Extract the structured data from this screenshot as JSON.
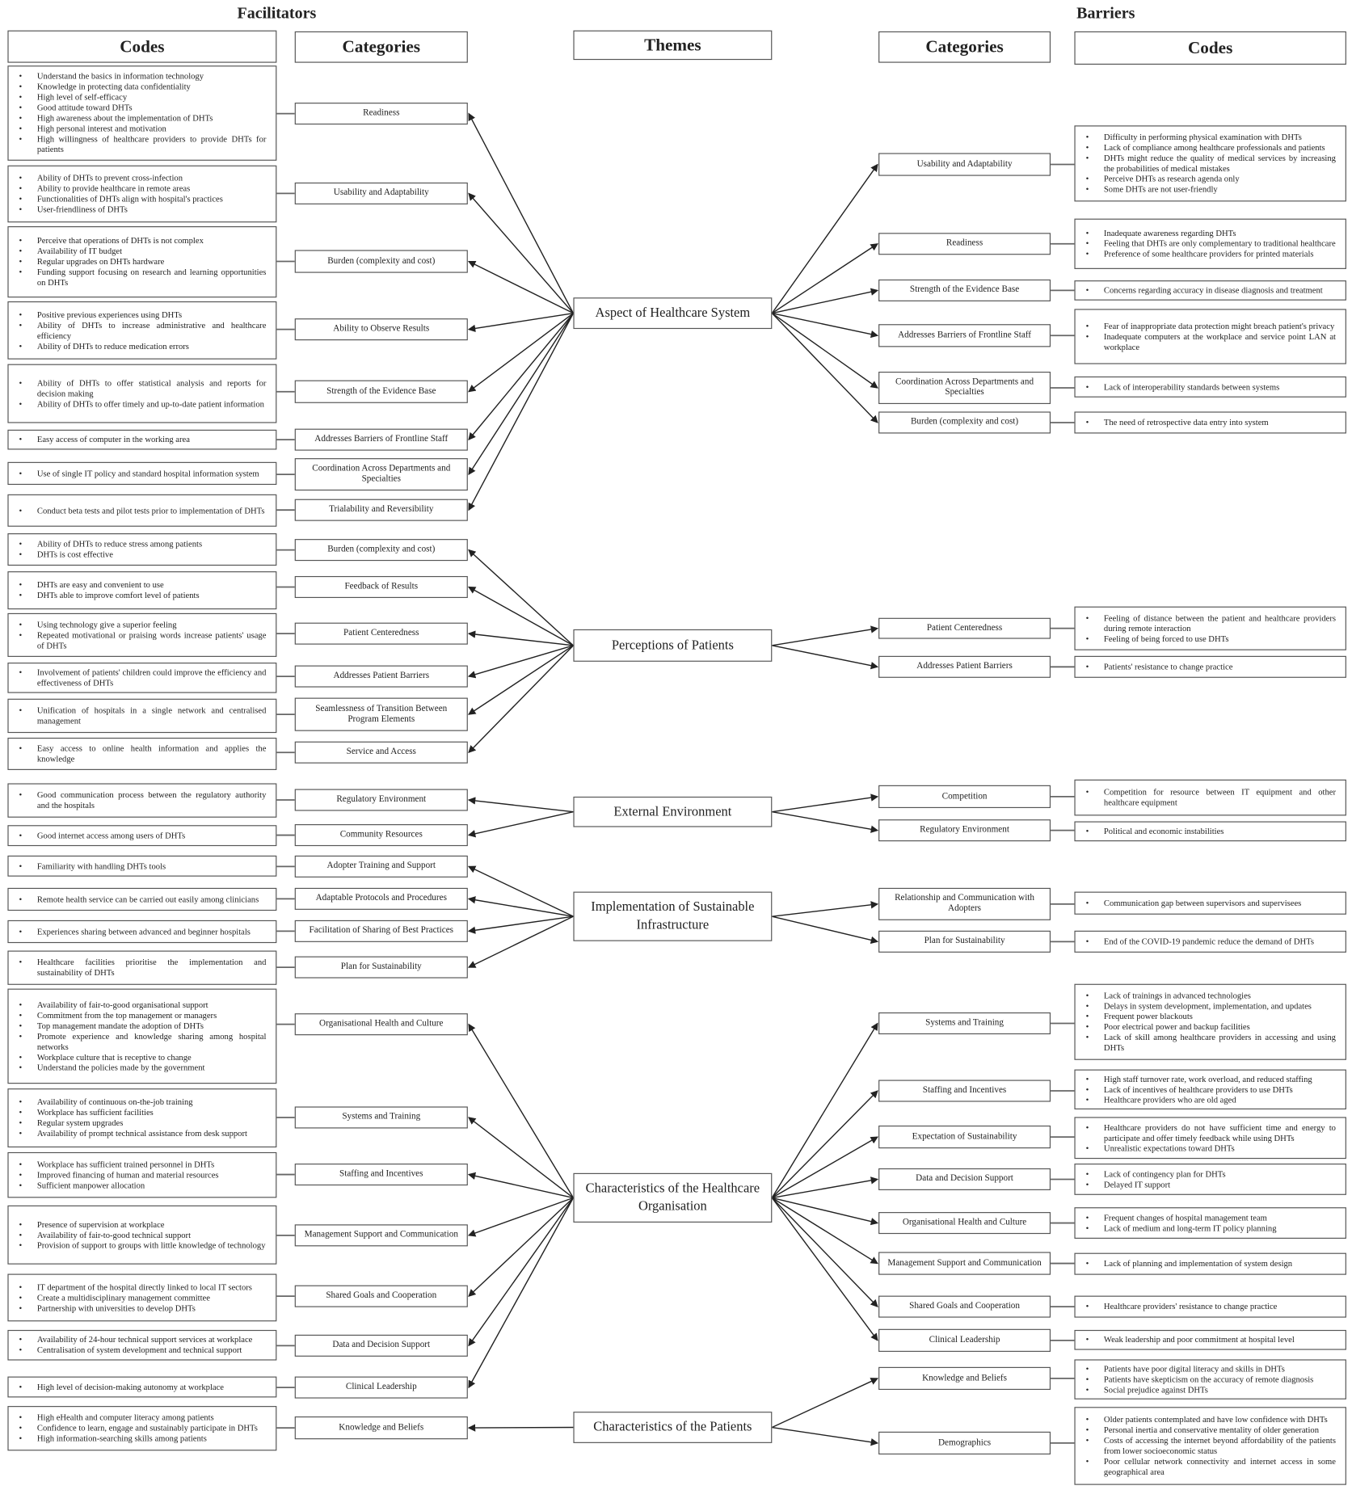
{
  "headers": {
    "facilitators": "Facilitators",
    "barriers": "Barriers",
    "codes": "Codes",
    "categories": "Categories",
    "themes": "Themes"
  },
  "themes": [
    {
      "name": "Aspect of Healthcare System",
      "facilitators": [
        {
          "category": "Readiness",
          "codes": [
            "Understand the basics in information technology",
            "Knowledge in protecting data confidentiality",
            "High level of self-efficacy",
            "Good attitude toward DHTs",
            "High awareness about the implementation of DHTs",
            "High personal interest and motivation",
            "High willingness of healthcare providers to provide DHTs for patients"
          ]
        },
        {
          "category": "Usability and Adaptability",
          "codes": [
            "Ability of DHTs to prevent cross-infection",
            "Ability to provide healthcare in remote areas",
            "Functionalities of DHTs align with hospital's practices",
            "User-friendliness of DHTs"
          ]
        },
        {
          "category": "Burden (complexity and cost)",
          "codes": [
            "Perceive that operations of DHTs is not complex",
            "Availability of IT budget",
            "Regular upgrades on DHTs hardware",
            "Funding support focusing on research and learning opportunities on DHTs"
          ]
        },
        {
          "category": "Ability to Observe Results",
          "codes": [
            "Positive previous experiences using DHTs",
            "Ability of DHTs to increase administrative and healthcare efficiency",
            "Ability of DHTs to reduce medication errors"
          ]
        },
        {
          "category": "Strength of the Evidence Base",
          "codes": [
            "Ability of DHTs to offer statistical analysis and reports for decision making",
            "Ability of DHTs to offer timely and up-to-date patient information"
          ]
        },
        {
          "category": "Addresses Barriers of Frontline Staff",
          "codes": [
            "Easy access of computer in the working area"
          ]
        },
        {
          "category": "Coordination Across Departments and Specialties",
          "codes": [
            "Use of single IT policy and standard hospital information system"
          ]
        },
        {
          "category": "Trialability and Reversibility",
          "codes": [
            "Conduct beta tests and pilot tests prior to implementation of DHTs"
          ]
        }
      ],
      "barriers": [
        {
          "category": "Usability and Adaptability",
          "codes": [
            "Difficulty in performing physical examination with DHTs",
            "Lack of compliance among healthcare professionals and patients",
            "DHTs might reduce the quality of medical services by increasing the probabilities of medical mistakes",
            "Perceive DHTs as research agenda only",
            "Some DHTs are not user-friendly"
          ]
        },
        {
          "category": "Readiness",
          "codes": [
            "Inadequate awareness regarding DHTs",
            "Feeling that DHTs are only complementary to traditional healthcare",
            "Preference of some healthcare providers for printed materials"
          ]
        },
        {
          "category": "Strength of the Evidence Base",
          "codes": [
            "Concerns regarding accuracy in disease diagnosis and treatment"
          ]
        },
        {
          "category": "Addresses Barriers of Frontline Staff",
          "codes": [
            "Fear of inappropriate data protection might breach patient's privacy",
            "Inadequate computers at the workplace and service point LAN at workplace"
          ]
        },
        {
          "category": "Coordination Across Departments and Specialties",
          "codes": [
            "Lack of interoperability standards between systems"
          ]
        },
        {
          "category": "Burden (complexity and cost)",
          "codes": [
            "The need of retrospective data entry into system"
          ]
        }
      ]
    },
    {
      "name": "Perceptions of Patients",
      "facilitators": [
        {
          "category": "Burden (complexity and cost)",
          "codes": [
            "Ability of DHTs to reduce stress among patients",
            "DHTs is cost effective"
          ]
        },
        {
          "category": "Feedback of Results",
          "codes": [
            "DHTs are easy and convenient to use",
            "DHTs able to improve comfort level of patients"
          ]
        },
        {
          "category": "Patient Centeredness",
          "codes": [
            "Using technology give a superior feeling",
            "Repeated motivational or praising words increase patients' usage of DHTs"
          ]
        },
        {
          "category": "Addresses Patient Barriers",
          "codes": [
            "Involvement of patients' children could improve the efficiency and effectiveness of DHTs"
          ]
        },
        {
          "category": "Seamlessness of Transition Between Program Elements",
          "codes": [
            "Unification of hospitals in a single network and centralised management"
          ]
        },
        {
          "category": "Service and Access",
          "codes": [
            "Easy access to online health information and applies the knowledge"
          ]
        }
      ],
      "barriers": [
        {
          "category": "Patient Centeredness",
          "codes": [
            "Feeling of distance between the patient and healthcare providers during remote interaction",
            "Feeling of being forced to use DHTs"
          ]
        },
        {
          "category": "Addresses Patient Barriers",
          "codes": [
            "Patients' resistance to change practice"
          ]
        }
      ]
    },
    {
      "name": "External Environment",
      "facilitators": [
        {
          "category": "Regulatory Environment",
          "codes": [
            "Good communication process between the regulatory authority and the hospitals"
          ]
        },
        {
          "category": "Community Resources",
          "codes": [
            "Good internet access among users of DHTs"
          ]
        }
      ],
      "barriers": [
        {
          "category": "Competition",
          "codes": [
            "Competition for resource between IT equipment and other healthcare equipment"
          ]
        },
        {
          "category": "Regulatory Environment",
          "codes": [
            "Political and economic instabilities"
          ]
        }
      ]
    },
    {
      "name": "Implementation of Sustainable Infrastructure",
      "facilitators": [
        {
          "category": "Adopter Training and Support",
          "codes": [
            "Familiarity with handling DHTs tools"
          ]
        },
        {
          "category": "Adaptable Protocols and Procedures",
          "codes": [
            "Remote health service can be carried out easily among clinicians"
          ]
        },
        {
          "category": "Facilitation of Sharing of Best Practices",
          "codes": [
            "Experiences sharing between advanced and beginner hospitals"
          ]
        },
        {
          "category": "Plan for Sustainability",
          "codes": [
            "Healthcare facilities prioritise the implementation and sustainability of DHTs"
          ]
        }
      ],
      "barriers": [
        {
          "category": "Relationship and Communication with Adopters",
          "codes": [
            "Communication gap between supervisors and supervisees"
          ]
        },
        {
          "category": "Plan for Sustainability",
          "codes": [
            "End of the COVID-19 pandemic reduce the demand of DHTs"
          ]
        }
      ]
    },
    {
      "name": "Characteristics of the Healthcare Organisation",
      "facilitators": [
        {
          "category": "Organisational Health and Culture",
          "codes": [
            "Availability of fair-to-good organisational support",
            "Commitment from the top management or managers",
            "Top management mandate the adoption of DHTs",
            "Promote experience and knowledge sharing among hospital networks",
            "Workplace culture that is receptive to change",
            "Understand the policies made by the government"
          ]
        },
        {
          "category": "Systems and Training",
          "codes": [
            "Availability of continuous on-the-job training",
            "Workplace has sufficient facilities",
            "Regular system upgrades",
            "Availability of prompt technical assistance from desk support"
          ]
        },
        {
          "category": "Staffing and Incentives",
          "codes": [
            "Workplace has sufficient trained personnel in DHTs",
            "Improved financing of human and material resources",
            "Sufficient manpower allocation"
          ]
        },
        {
          "category": "Management Support and Communication",
          "codes": [
            "Presence of supervision at workplace",
            "Availability of fair-to-good technical support",
            "Provision of support to groups with little knowledge of technology"
          ]
        },
        {
          "category": "Shared Goals and Cooperation",
          "codes": [
            "IT department of the hospital directly linked to local IT sectors",
            "Create a multidisciplinary management committee",
            "Partnership with universities to develop DHTs"
          ]
        },
        {
          "category": "Data and Decision Support",
          "codes": [
            "Availability of 24-hour technical support services at workplace",
            "Centralisation of system development and technical support"
          ]
        },
        {
          "category": "Clinical Leadership",
          "codes": [
            "High level of decision-making autonomy at workplace"
          ]
        }
      ],
      "barriers": [
        {
          "category": "Systems and Training",
          "codes": [
            "Lack of trainings in advanced technologies",
            "Delays in system development, implementation, and updates",
            "Frequent power blackouts",
            "Poor electrical power and backup facilities",
            "Lack of skill among healthcare providers in accessing and using DHTs"
          ]
        },
        {
          "category": "Staffing and Incentives",
          "codes": [
            "High staff turnover rate, work overload, and reduced staffing",
            "Lack of incentives of healthcare providers to use DHTs",
            "Healthcare providers who are old aged"
          ]
        },
        {
          "category": "Expectation of Sustainability",
          "codes": [
            "Healthcare providers do not have sufficient time and energy to participate and offer timely feedback while using DHTs",
            "Unrealistic expectations toward DHTs"
          ]
        },
        {
          "category": "Data and Decision Support",
          "codes": [
            "Lack of contingency plan for DHTs",
            "Delayed IT support"
          ]
        },
        {
          "category": "Organisational Health and Culture",
          "codes": [
            "Frequent changes of hospital management team",
            "Lack of medium and long-term IT policy planning"
          ]
        },
        {
          "category": "Management Support and Communication",
          "codes": [
            "Lack of planning and implementation of system design"
          ]
        },
        {
          "category": "Shared Goals and Cooperation",
          "codes": [
            "Healthcare providers' resistance to change practice"
          ]
        },
        {
          "category": "Clinical Leadership",
          "codes": [
            "Weak leadership and poor commitment at hospital level"
          ]
        }
      ]
    },
    {
      "name": "Characteristics of the Patients",
      "facilitators": [
        {
          "category": "Knowledge and Beliefs",
          "codes": [
            "High eHealth and computer literacy among patients",
            "Confidence to learn, engage and sustainably participate in DHTs",
            "High information-searching skills among patients"
          ]
        }
      ],
      "barriers": [
        {
          "category": "Knowledge and Beliefs",
          "codes": [
            "Patients have poor digital literacy and skills in DHTs",
            "Patients have skepticism on the accuracy of remote diagnosis",
            "Social prejudice against DHTs"
          ]
        },
        {
          "category": "Demographics",
          "codes": [
            "Older patients contemplated and have low confidence with DHTs",
            "Personal inertia and conservative mentality of older generation",
            "Costs of accessing the internet beyond affordability of the patients from lower socioeconomic status",
            "Poor cellular network connectivity and internet access in some geographical area"
          ]
        }
      ]
    }
  ]
}
